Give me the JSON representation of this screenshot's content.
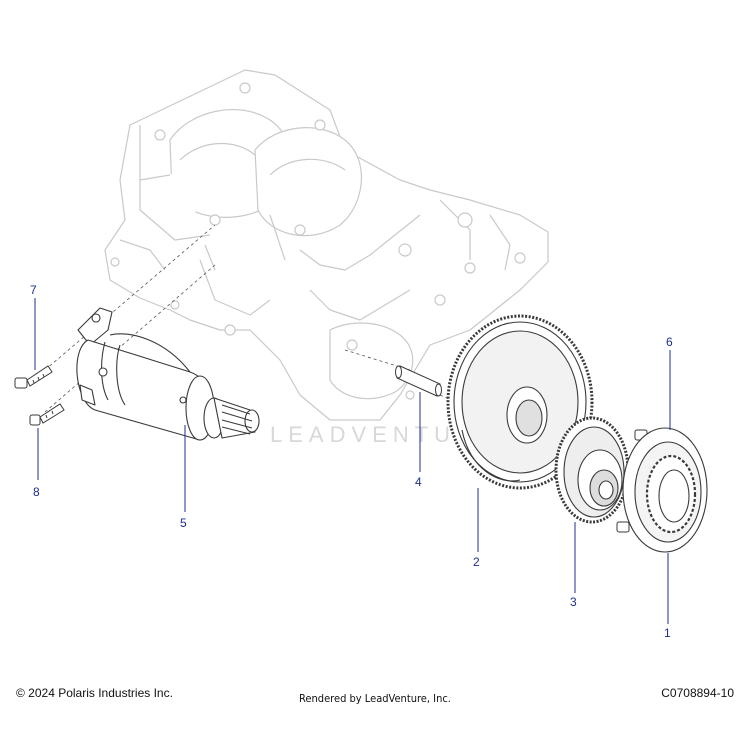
{
  "colors": {
    "callout": "#1f2f8f",
    "leader": "#1f2f8f",
    "part_line": "#3a3a3a",
    "ghost_line": "#c9c9c9",
    "watermark": "#d8d8d8"
  },
  "watermark": "LEADVENTURE",
  "callouts": [
    {
      "id": "1",
      "label": "1"
    },
    {
      "id": "2",
      "label": "2"
    },
    {
      "id": "3",
      "label": "3"
    },
    {
      "id": "4",
      "label": "4"
    },
    {
      "id": "5",
      "label": "5"
    },
    {
      "id": "6",
      "label": "6"
    },
    {
      "id": "7",
      "label": "7"
    },
    {
      "id": "8",
      "label": "8"
    }
  ],
  "footer": {
    "copyright": "© 2024 Polaris Industries Inc.",
    "rendered_by": "Rendered by LeadVenture, Inc.",
    "diagram_code": "C0708894-10"
  }
}
